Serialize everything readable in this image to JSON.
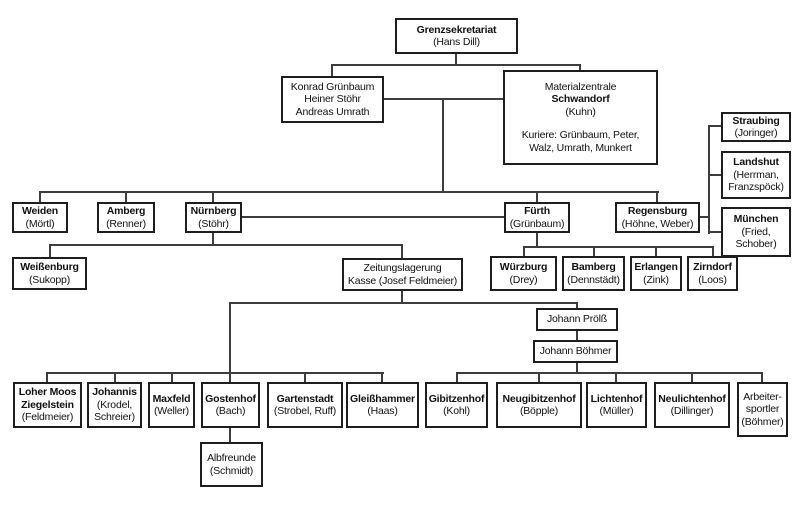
{
  "diagram": {
    "type": "organization-chart",
    "colors": {
      "line": "#3d3d3d",
      "box_border": "#1e1e1e",
      "background": "#ffffff",
      "text": "#111111"
    },
    "nodes": {
      "grenzsekretariat": {
        "title": "Grenzsekretariat",
        "sub": "(Hans Dill)"
      },
      "leitung": {
        "text": "Konrad Grünbaum\nHeiner Stöhr\nAndreas Umrath"
      },
      "materialzentrale": {
        "pre": "Materialzentrale",
        "title": "Schwandorf",
        "sub": "(Kuhn)",
        "kuriere": "Kuriere: Grünbaum, Peter,\nWalz, Umrath, Munkert"
      },
      "straubing": {
        "title": "Straubing",
        "sub": "(Joringer)"
      },
      "landshut": {
        "title": "Landshut",
        "sub": "(Herrman,\nFranzspöck)"
      },
      "muenchen": {
        "title": "München",
        "sub": "(Fried,\nSchober)"
      },
      "weiden": {
        "title": "Weiden",
        "sub": "(Mörtl)"
      },
      "amberg": {
        "title": "Amberg",
        "sub": "(Renner)"
      },
      "nuernberg": {
        "title": "Nürnberg",
        "sub": "(Stöhr)"
      },
      "fuerth": {
        "title": "Fürth",
        "sub": "(Grünbaum)"
      },
      "regensburg": {
        "title": "Regensburg",
        "sub": "(Höhne, Weber)"
      },
      "weissenburg": {
        "title": "Weißenburg",
        "sub": "(Sukopp)"
      },
      "zeitungslagerung": {
        "text": "Zeitungslagerung\nKasse (Josef Feldmeier)"
      },
      "wuerzburg": {
        "title": "Würzburg",
        "sub": "(Drey)"
      },
      "bamberg": {
        "title": "Bamberg",
        "sub": "(Dennstädt)"
      },
      "erlangen": {
        "title": "Erlangen",
        "sub": "(Zink)"
      },
      "zirndorf": {
        "title": "Zirndorf",
        "sub": "(Loos)"
      },
      "proelss": {
        "text": "Johann Prölß"
      },
      "boehmer": {
        "text": "Johann Böhmer"
      },
      "loher_moos": {
        "title": "Loher Moos\nZiegelstein",
        "sub": "(Feldmeier)"
      },
      "johannis": {
        "title": "Johannis",
        "sub": "(Krodel,\nSchreier)"
      },
      "maxfeld": {
        "title": "Maxfeld",
        "sub": "(Weller)"
      },
      "gostenhof": {
        "title": "Gostenhof",
        "sub": "(Bach)"
      },
      "gartenstadt": {
        "title": "Gartenstadt",
        "sub": "(Strobel, Ruff)"
      },
      "gleisshammer": {
        "title": "Gleißhammer",
        "sub": "(Haas)"
      },
      "gibitzenhof": {
        "title": "Gibitzenhof",
        "sub": "(Kohl)"
      },
      "neugibitzenhof": {
        "title": "Neugibitzenhof",
        "sub": "(Böpple)"
      },
      "lichtenhof": {
        "title": "Lichtenhof",
        "sub": "(Müller)"
      },
      "neulichtenhof": {
        "title": "Neulichtenhof",
        "sub": "(Dillinger)"
      },
      "arbeitersportler": {
        "text": "Arbeiter-\nsportler\n(Böhmer)"
      },
      "albfreunde": {
        "text": "Albfreunde\n(Schmidt)"
      }
    }
  }
}
